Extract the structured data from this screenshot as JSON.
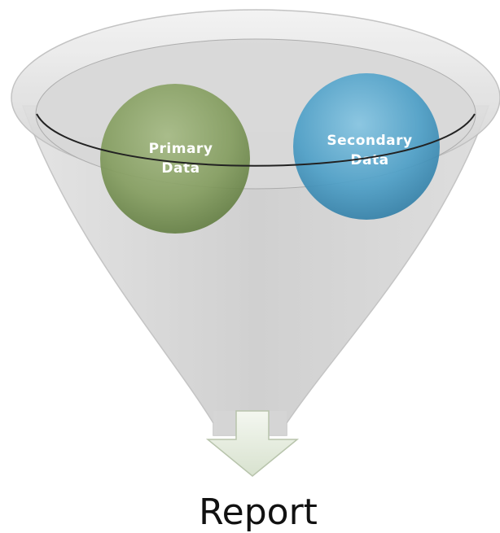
{
  "diagram": {
    "inputs": [
      {
        "line1": "Primary",
        "line2": "Data",
        "color": "#7f9a5a"
      },
      {
        "line1": "Secondary",
        "line2": "Data",
        "color": "#4a9cc4"
      }
    ],
    "output_label": "Report",
    "funnel_color": "#d2d2d2",
    "arrow_color": "#e8efe2"
  }
}
